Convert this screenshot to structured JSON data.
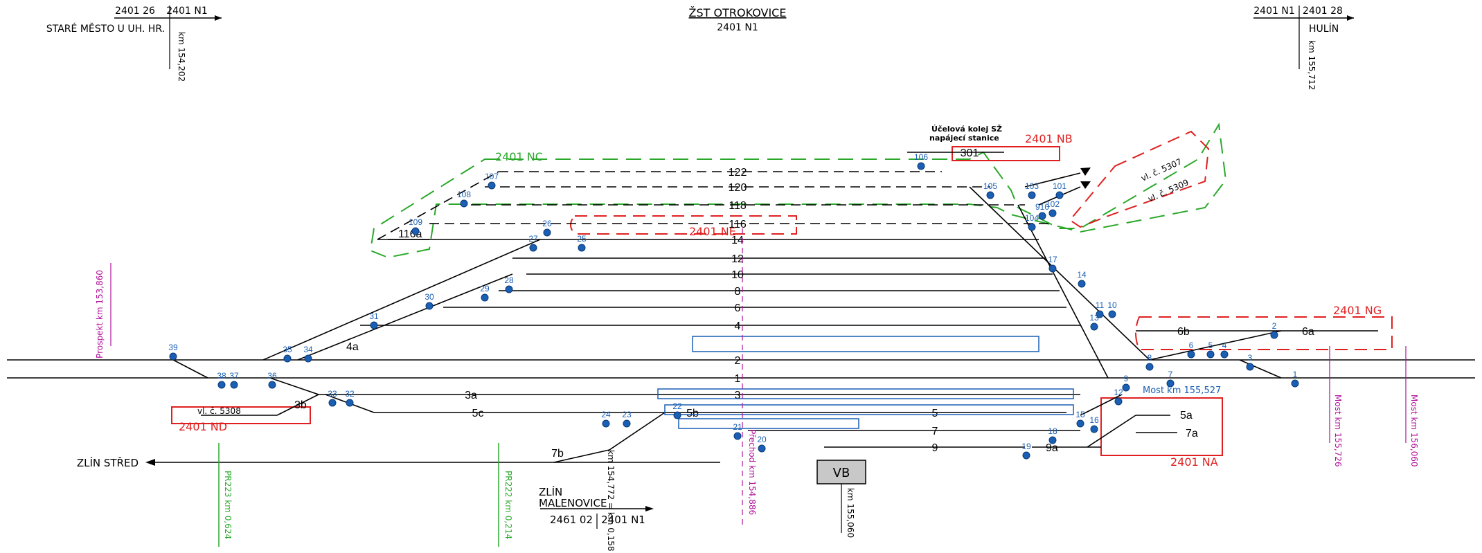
{
  "header": {
    "station_name": "ŽST OTROKOVICE",
    "station_code": "2401 N1",
    "left_code_a": "2401 26",
    "left_code_b": "2401 N1",
    "left_neighbor": "STARÉ MĚSTO U UH. HR.",
    "left_km": "km 154,202",
    "right_code_a": "2401 N1",
    "right_code_b": "2401 28",
    "right_neighbor": "HULÍN",
    "right_km": "km 155,712"
  },
  "zones": {
    "nc": "2401 NC",
    "nb": "2401 NB",
    "ne": "2401 NE",
    "ng": "2401 NG",
    "nd": "2401 ND",
    "na": "2401 NA"
  },
  "tracks": {
    "t122": "122",
    "t120": "120",
    "t118": "118",
    "t116": "116",
    "t301": "301",
    "t116a": "116a",
    "t14": "14",
    "t12": "12",
    "t10": "10",
    "t8": "8",
    "t6": "6",
    "t4": "4",
    "t2": "2",
    "t1": "1",
    "t3": "3",
    "t5": "5",
    "t7": "7",
    "t9": "9",
    "t3a": "3a",
    "t5c": "5c",
    "t5b": "5b",
    "t7b": "7b",
    "t4a": "4a",
    "t6b": "6b",
    "t6a": "6a",
    "t5a": "5a",
    "t7a": "7a",
    "t9a": "9a",
    "t3b": "3b"
  },
  "switches": [
    "106",
    "107",
    "108",
    "109",
    "26",
    "27",
    "25",
    "28",
    "29",
    "30",
    "31",
    "35",
    "34",
    "39",
    "38",
    "37",
    "36",
    "33",
    "32",
    "24",
    "23",
    "22",
    "21",
    "20",
    "103",
    "101",
    "105",
    "102",
    "104",
    "910",
    "17",
    "14",
    "11",
    "10",
    "13",
    "8",
    "7",
    "6",
    "5",
    "4",
    "3",
    "2",
    "1",
    "9",
    "12",
    "15",
    "16",
    "18",
    "19"
  ],
  "special": {
    "purpose_track_l1": "Účelová kolej SŽ",
    "purpose_track_l2": "napájecí stanice",
    "siding_5307": "vl. č. 5307",
    "siding_5309": "vl. č. 5309",
    "siding_5308": "vl. č. 5308",
    "vb": "VB",
    "most_1": "Most  km 155,527"
  },
  "bottom": {
    "zlin_stred": "ZLÍN STŘED",
    "zlin_malenovice_a": "ZLÍN",
    "zlin_malenovice_b": "MALENOVICE",
    "zlin_code_a": "2461 02",
    "zlin_code_b": "2401 N1",
    "km_mal": "km 154,772 = km 0,158",
    "pr223": "PR223  km 0,624",
    "pr222": "PR222  km 0,214",
    "vb_km": "km 155,060"
  },
  "vertical_notes": {
    "prosp": "Prospekt km 153,860",
    "prechod": "Přechod km 154,886",
    "most_2": "Most  km 155,726",
    "most_3": "Most  km 156,060"
  }
}
